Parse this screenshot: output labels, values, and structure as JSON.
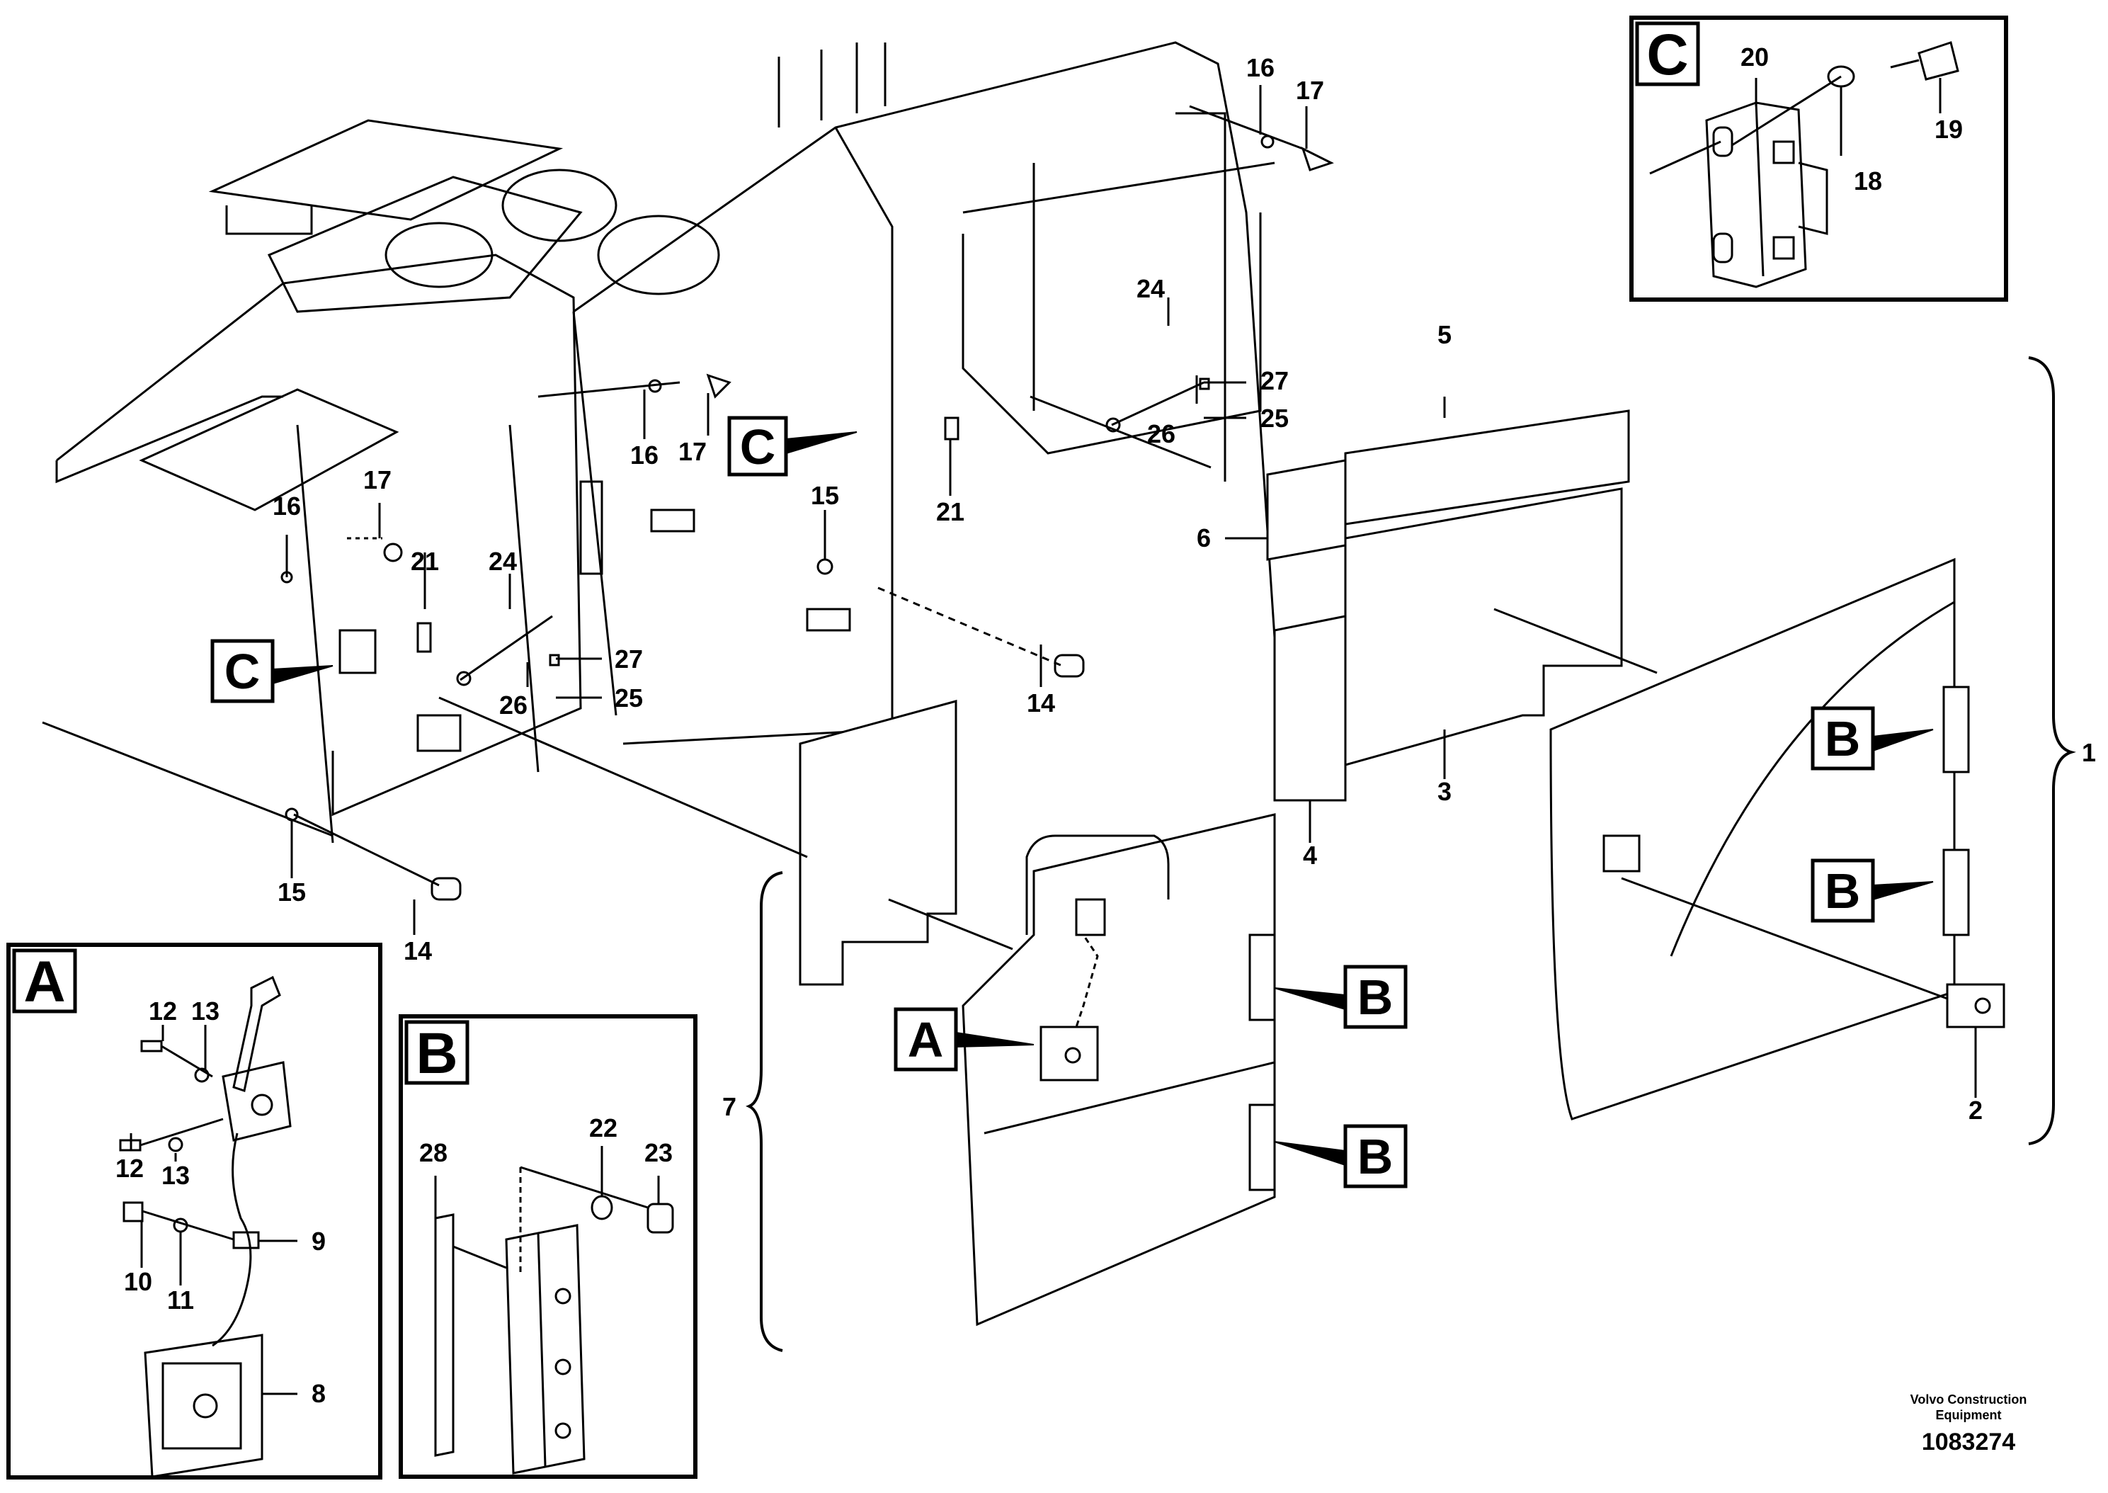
{
  "diagram": {
    "part_numbers": [
      "1",
      "2",
      "3",
      "4",
      "5",
      "6",
      "7",
      "8",
      "9",
      "10",
      "11",
      "12",
      "13",
      "14",
      "15",
      "16",
      "17",
      "18",
      "19",
      "20",
      "21",
      "22",
      "23",
      "24",
      "25",
      "26",
      "27",
      "28"
    ],
    "detail_letters": {
      "a": "A",
      "b": "B",
      "c": "C"
    },
    "brand": {
      "line1": "Volvo Construction",
      "line2": "Equipment"
    },
    "drawing_number": "1083274"
  }
}
